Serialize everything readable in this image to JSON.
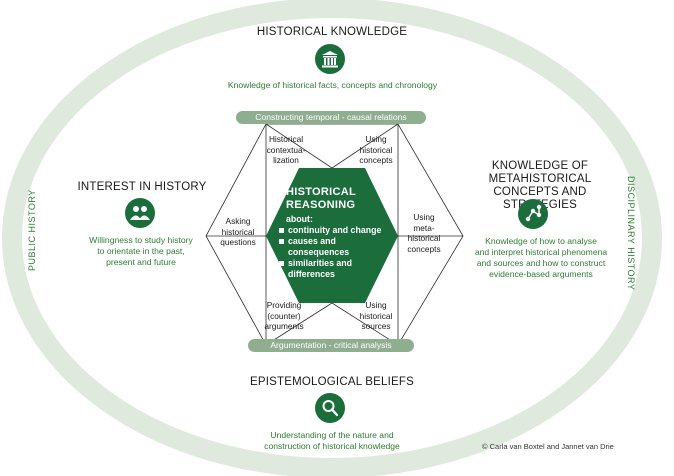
{
  "outer_ring": {
    "left_label": "PUBLIC HISTORY",
    "right_label": "DISCIPLINARY HISTORY"
  },
  "top": {
    "heading": "HISTORICAL KNOWLEDGE",
    "description": "Knowledge of historical facts, concepts and chronology",
    "icon": "building-columns-icon"
  },
  "left": {
    "heading": "INTEREST IN HISTORY",
    "description_lines": [
      "Willingness to study history",
      "to orientate in the past,",
      "present and future"
    ],
    "icon": "people-icon"
  },
  "right": {
    "heading_lines": [
      "KNOWLEDGE OF",
      "METAHISTORICAL",
      "CONCEPTS AND STRATEGIES"
    ],
    "description_lines": [
      "Knowledge of how to analyse",
      "and interpret historical phenomena",
      "and sources and how to construct",
      "evidence-based arguments"
    ],
    "icon": "network-nodes-icon"
  },
  "bottom": {
    "heading": "EPISTEMOLOGICAL BELIEFS",
    "description_lines": [
      "Understanding of the nature and",
      "construction of historical knowledge"
    ],
    "icon": "magnifier-icon"
  },
  "bands": {
    "top": "Constructing temporal - causal relations",
    "bottom": "Argumentation - critical analysis"
  },
  "segments": {
    "top_left": [
      "Historical",
      "contextua-",
      "lization"
    ],
    "top_right": [
      "Using",
      "historical",
      "concepts"
    ],
    "right": [
      "Using",
      "meta-",
      "historical",
      "concepts"
    ],
    "bottom_right": [
      "Using",
      "historical",
      "sources"
    ],
    "bottom_left": [
      "Providing",
      "(counter)",
      "arguments"
    ],
    "left": [
      "Asking",
      "historical",
      "questions"
    ]
  },
  "center": {
    "title_lines": [
      "HISTORICAL",
      "REASONING"
    ],
    "about": "about:",
    "items": [
      "continuity and change",
      "causes and",
      "consequences",
      "similarities and",
      "differences"
    ]
  },
  "copyright": "© Carla van Boxtel and Jannet van Drie",
  "colors": {
    "dark_green": "#1b6e3c",
    "ring_green": "#dfe9dd",
    "band_green": "#8fae8f",
    "text_green": "#2e7d32"
  }
}
